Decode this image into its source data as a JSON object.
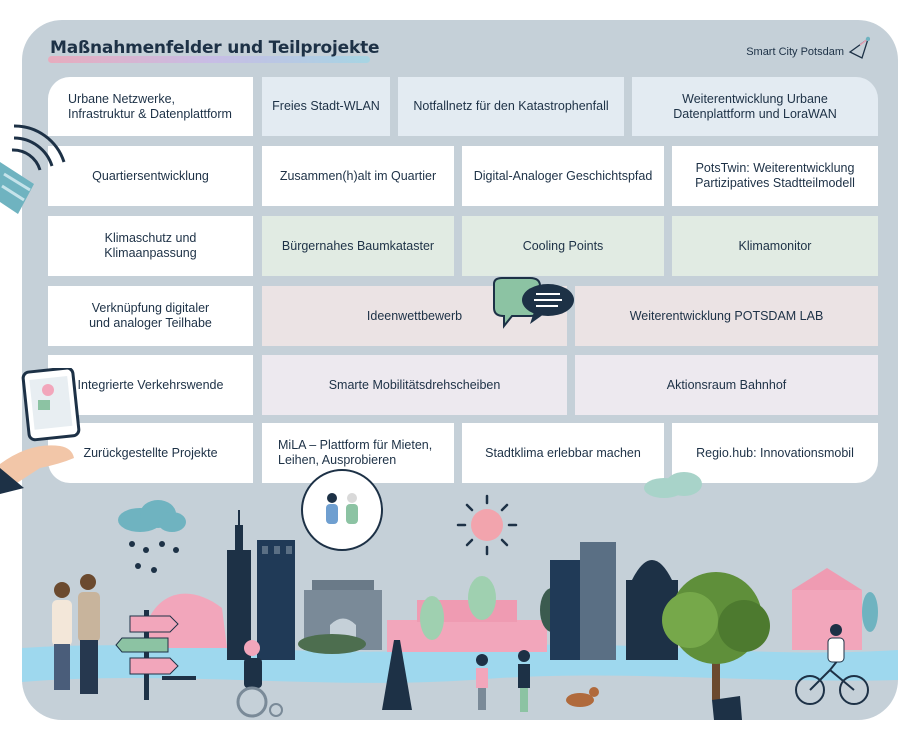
{
  "header": {
    "title": "Maßnahmenfelder und Teilprojekte",
    "brand": "Smart City Potsdam"
  },
  "rows": [
    {
      "field": "Urbane Netzwerke, Infrastruktur & Datenplattform",
      "projects": [
        "Freies Stadt-WLAN",
        "Notfallnetz für den Katastrophenfall",
        "Weiterentwicklung Urbane Datenplattform und LoraWAN"
      ]
    },
    {
      "field": "Quartiersentwicklung",
      "projects": [
        "Zusammen(h)alt im Quartier",
        "Digital-Analoger Geschichtspfad",
        "PotsTwin: Weiterentwicklung Partizipatives Stadtteilmodell"
      ]
    },
    {
      "field": "Klimaschutz und Klimaanpassung",
      "projects": [
        "Bürgernahes Baumkataster",
        "Cooling Points",
        "Klimamonitor"
      ]
    },
    {
      "field": "Verknüpfung digitaler und analoger Teilhabe",
      "projects": [
        "Ideenwettbewerb",
        "Weiterentwicklung POTSDAM LAB"
      ]
    },
    {
      "field": "Integrierte Verkehrswende",
      "projects": [
        "Smarte Mobilitätsdrehscheiben",
        "Aktionsraum Bahnhof"
      ]
    },
    {
      "field": "Zurückgestellte Projekte",
      "projects": [
        "MiLA – Plattform für Mieten, Leihen, Ausprobieren",
        "Stadtklima erlebbar machen",
        "Regio.hub: Innovationsmobil"
      ]
    }
  ],
  "colors": {
    "ink": "#1d3146",
    "board": "#c5d0d8",
    "accent_pink": "#f0a3b7",
    "accent_teal": "#6fb3c0",
    "river": "#9ed8ee"
  },
  "icons": [
    "wifi-signal-icon",
    "chat-bubbles-icon",
    "smartphone-map-icon",
    "people-circle-icon",
    "sun-icon",
    "rain-cloud-icon",
    "signpost-icon",
    "tree-icon",
    "cyclist-icon",
    "wheelchair-user-icon",
    "walking-people-icon",
    "cat-icon"
  ]
}
